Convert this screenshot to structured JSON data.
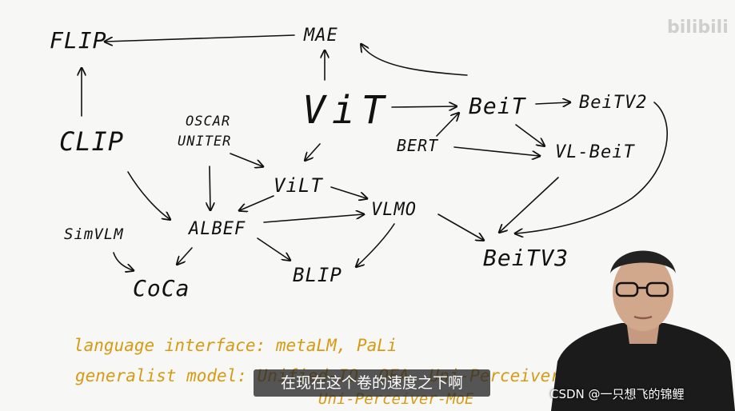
{
  "nodes": {
    "flip": "FLIP",
    "mae": "MAE",
    "vit": "ViT",
    "beit": "BeiT",
    "beitv2": "BeiTV2",
    "clip": "CLIP",
    "oscar": "OSCAR",
    "uniter": "UNITER",
    "bert": "BERT",
    "vl_beit": "VL-BeiT",
    "vilt": "ViLT",
    "simvlm": "SimVLM",
    "albef": "ALBEF",
    "vlmo": "VLMO",
    "beitv3": "BeiTV3",
    "coca": "CoCa",
    "blip": "BLIP"
  },
  "notes": {
    "line1": "language interface: metaLM, PaLi",
    "line2": "generalist model: Unified-IO, OFA, Uni-Perceiver(v2),",
    "line3": "Uni-Perceiver-MoE"
  },
  "watermark": {
    "text": "bilibili"
  },
  "subtitle": "在现在这个卷的速度之下啊",
  "credit": "CSDN @一只想飞的锦鲤",
  "colors": {
    "ink": "#111111",
    "notes": "#d79a12",
    "background": "#f7f7f5"
  }
}
